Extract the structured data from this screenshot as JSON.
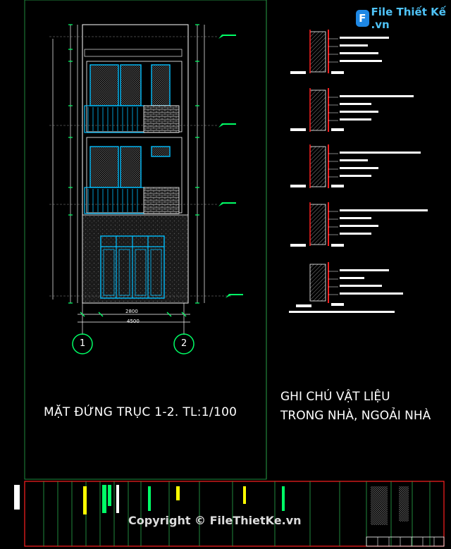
{
  "logo": {
    "badge": "F",
    "text": "File Thiết Kế .vn"
  },
  "titles": {
    "elevation": "MẶT ĐỨNG TRỤC 1-2. TL:1/100",
    "notes_line1": "GHI CHÚ VẬT LIỆU",
    "notes_line2": "TRONG NHÀ, NGOẢI NHÀ"
  },
  "axes": {
    "axis1": "1",
    "axis2": "2"
  },
  "dimensions": {
    "total_width": "4500",
    "bay": "2800"
  },
  "copyright": "Copyright © FileThietKe.vn",
  "colors": {
    "background": "#000000",
    "cyan": "#00bfff",
    "yellow": "#ffff00",
    "green": "#00ff66",
    "red": "#ff2020",
    "white": "#ffffff"
  }
}
